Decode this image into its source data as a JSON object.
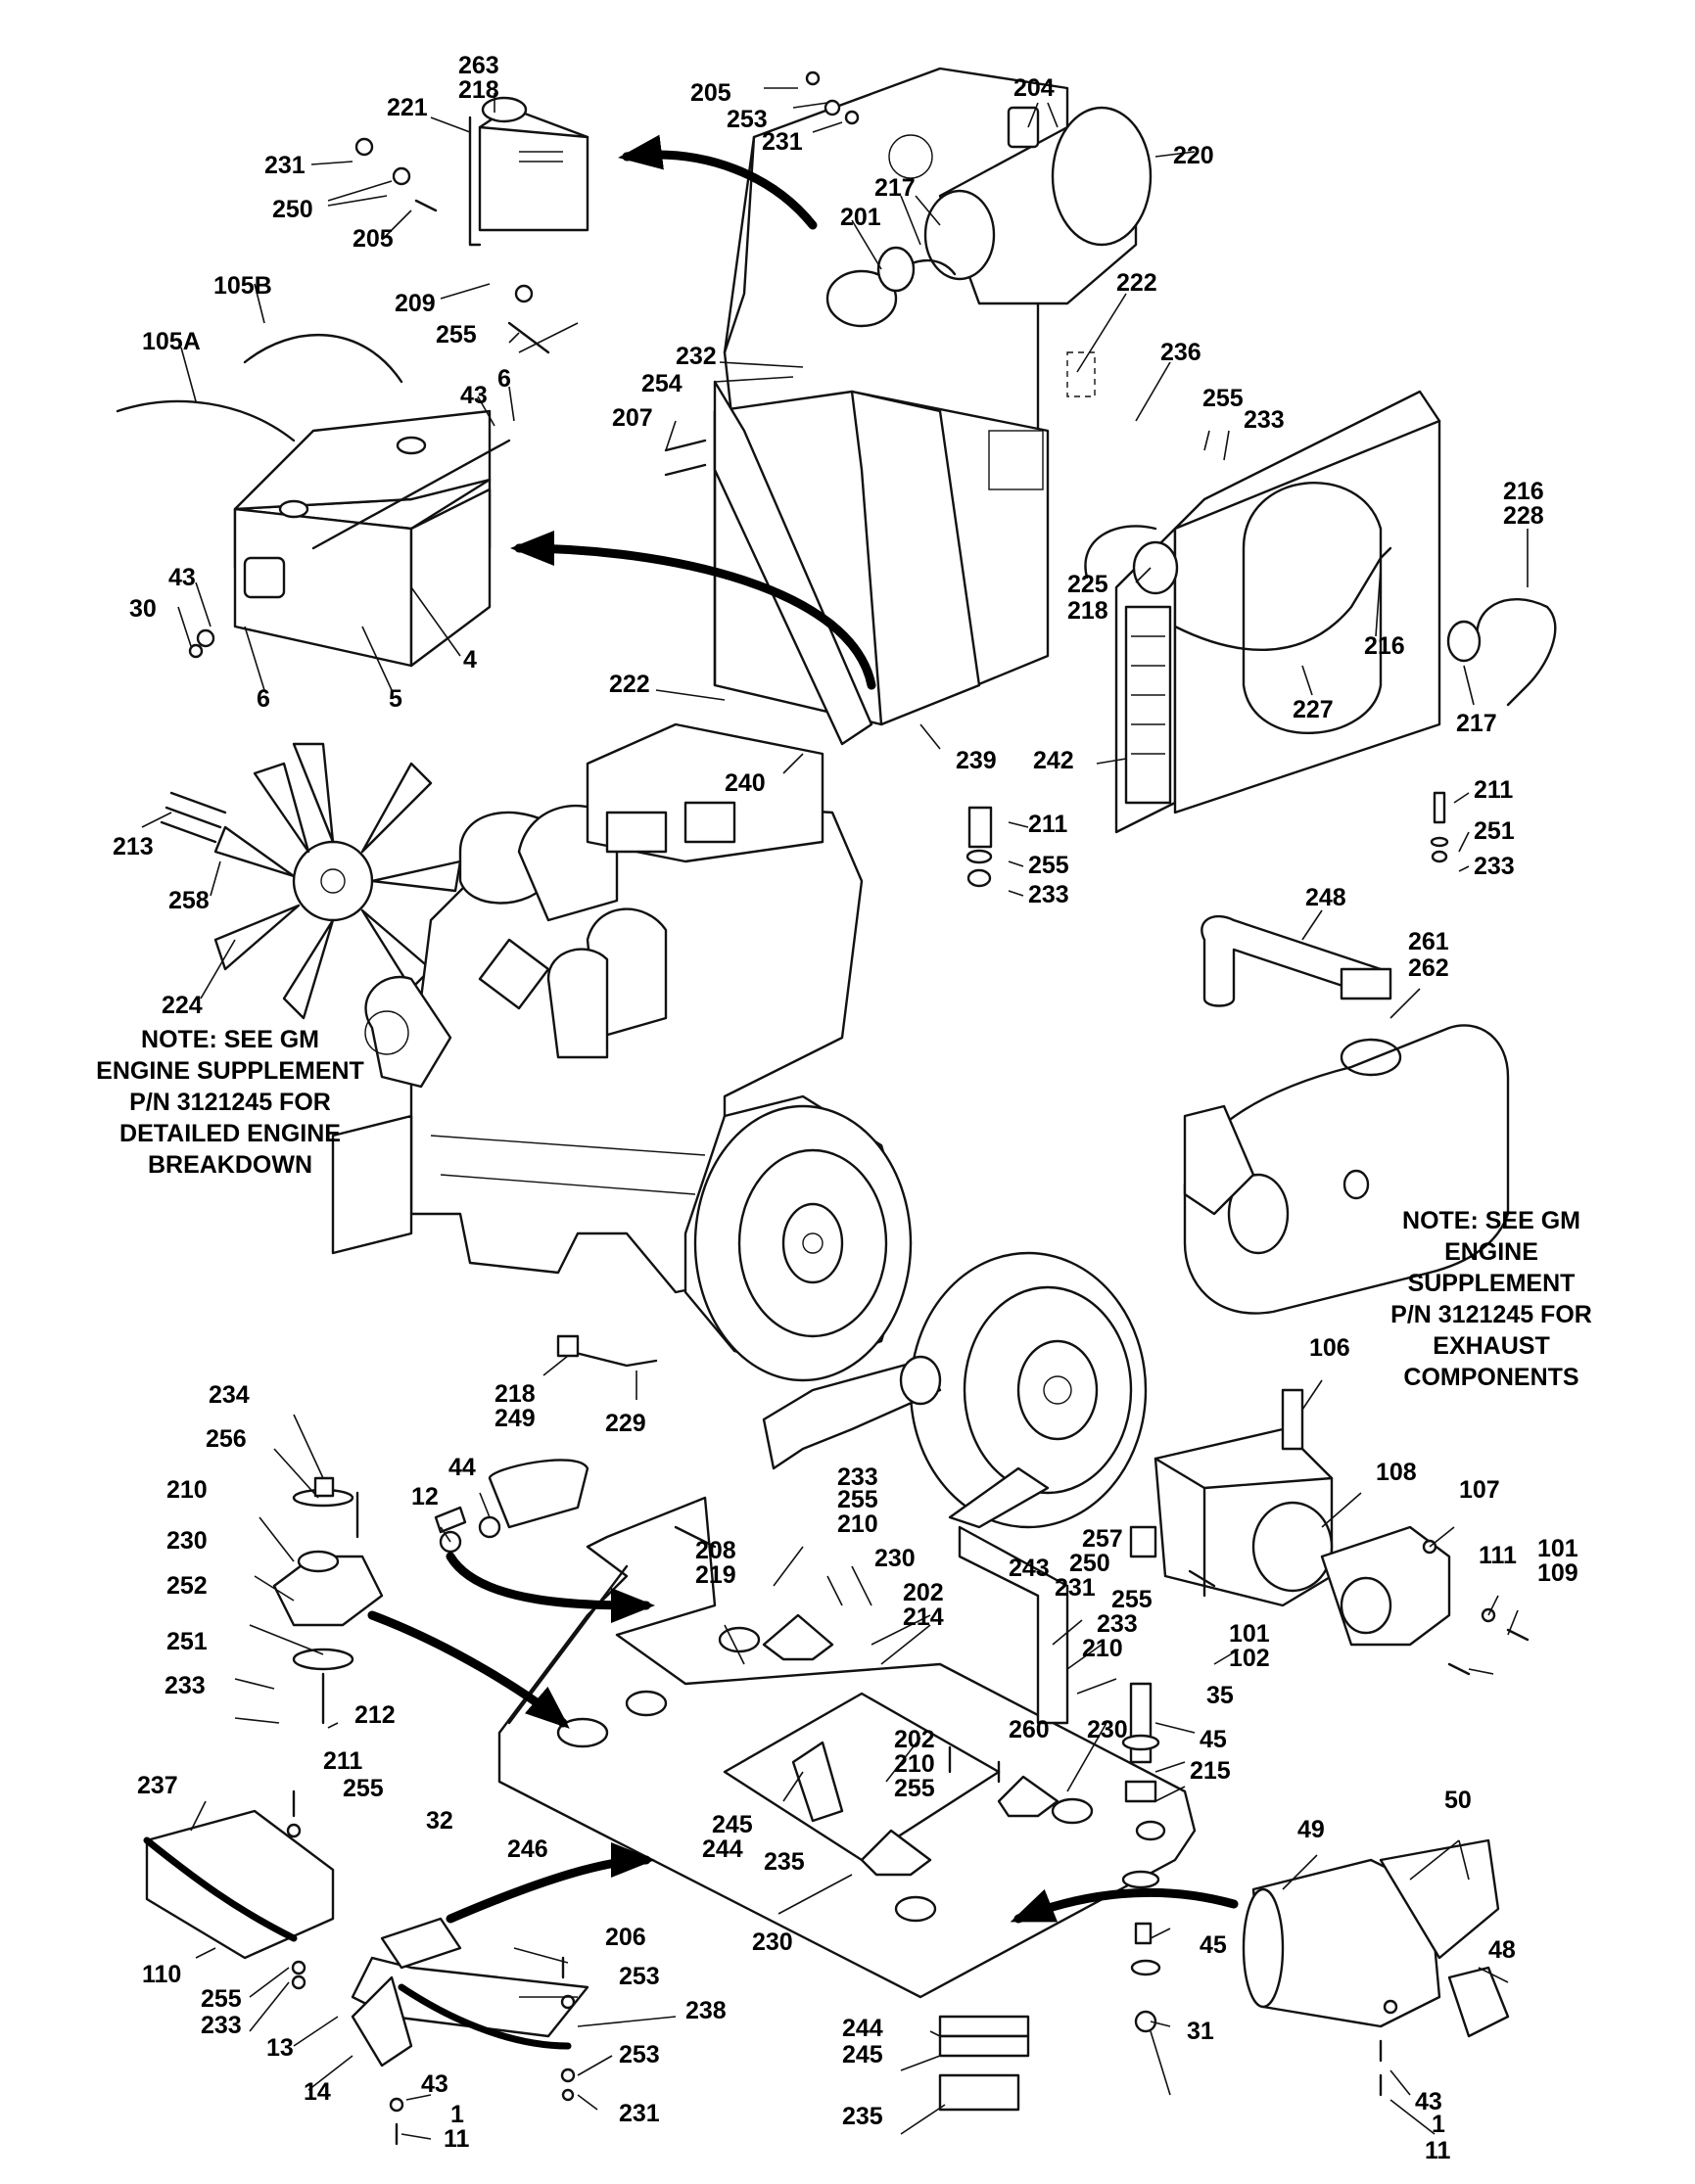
{
  "notes": {
    "engine": [
      "NOTE: SEE GM",
      "ENGINE SUPPLEMENT",
      "P/N 3121245 FOR",
      "DETAILED ENGINE",
      "BREAKDOWN"
    ],
    "exhaust": [
      "NOTE: SEE GM",
      "ENGINE",
      "SUPPLEMENT",
      "P/N 3121245 FOR",
      "EXHAUST",
      "COMPONENTS"
    ]
  },
  "callouts": {
    "c263": "263",
    "c218a": "218",
    "c221": "221",
    "c231a": "231",
    "c250a": "250",
    "c205a": "205",
    "c209": "209",
    "c255a": "255",
    "c105b": "105B",
    "c105a": "105A",
    "c43a": "43",
    "c6a": "6",
    "c43b": "43",
    "c30": "30",
    "c6b": "6",
    "c5": "5",
    "c4": "4",
    "c205b": "205",
    "c253a": "253",
    "c231b": "231",
    "c204": "204",
    "c220": "220",
    "c217a": "217",
    "c201": "201",
    "c222a": "222",
    "c236": "236",
    "c232": "232",
    "c254": "254",
    "c207": "207",
    "c255b": "255",
    "c233a": "233",
    "c216a": "216",
    "c228": "228",
    "c225": "225",
    "c218b": "218",
    "c216b": "216",
    "c227": "227",
    "c217b": "217",
    "c222b": "222",
    "c239": "239",
    "c242": "242",
    "c240": "240",
    "c211a": "211",
    "c255c": "255",
    "c233b": "233",
    "c211b": "211",
    "c251a": "251",
    "c233c": "233",
    "c213": "213",
    "c258": "258",
    "c224": "224",
    "c248": "248",
    "c261": "261",
    "c262": "262",
    "c218c": "218",
    "c249": "249",
    "c229": "229",
    "c106": "106",
    "c234": "234",
    "c256": "256",
    "c210a": "210",
    "c230a": "230",
    "c252": "252",
    "c251b": "251",
    "c233d": "233",
    "c212": "212",
    "c44": "44",
    "c12": "12",
    "c233e": "233",
    "c255d": "255",
    "c210b": "210",
    "c208": "208",
    "c219": "219",
    "c230b": "230",
    "c202a": "202",
    "c214": "214",
    "c108": "108",
    "c107": "107",
    "c257": "257",
    "c250b": "250",
    "c243": "243",
    "c231c": "231",
    "c255e": "255",
    "c233f": "233",
    "c210c": "210",
    "c111": "111",
    "c101a": "101",
    "c109": "109",
    "c101b": "101",
    "c102": "102",
    "c35": "35",
    "c260": "260",
    "c230c": "230",
    "c45a": "45",
    "c215": "215",
    "c211c": "211",
    "c255f": "255",
    "c237": "237",
    "c32": "32",
    "c246": "246",
    "c202b": "202",
    "c210d": "210",
    "c255g": "255",
    "c245a": "245",
    "c244a": "244",
    "c235a": "235",
    "c50": "50",
    "c49": "49",
    "c110": "110",
    "c255h": "255",
    "c233g": "233",
    "c206": "206",
    "c253b": "253",
    "c238": "238",
    "c230d": "230",
    "c45b": "45",
    "c48": "48",
    "c13": "13",
    "c14": "14",
    "c43c": "43",
    "c1a": "1",
    "c11a": "11",
    "c253c": "253",
    "c231d": "231",
    "c244b": "244",
    "c245b": "245",
    "c31": "31",
    "c235b": "235",
    "c43d": "43",
    "c1b": "1",
    "c11b": "11"
  }
}
